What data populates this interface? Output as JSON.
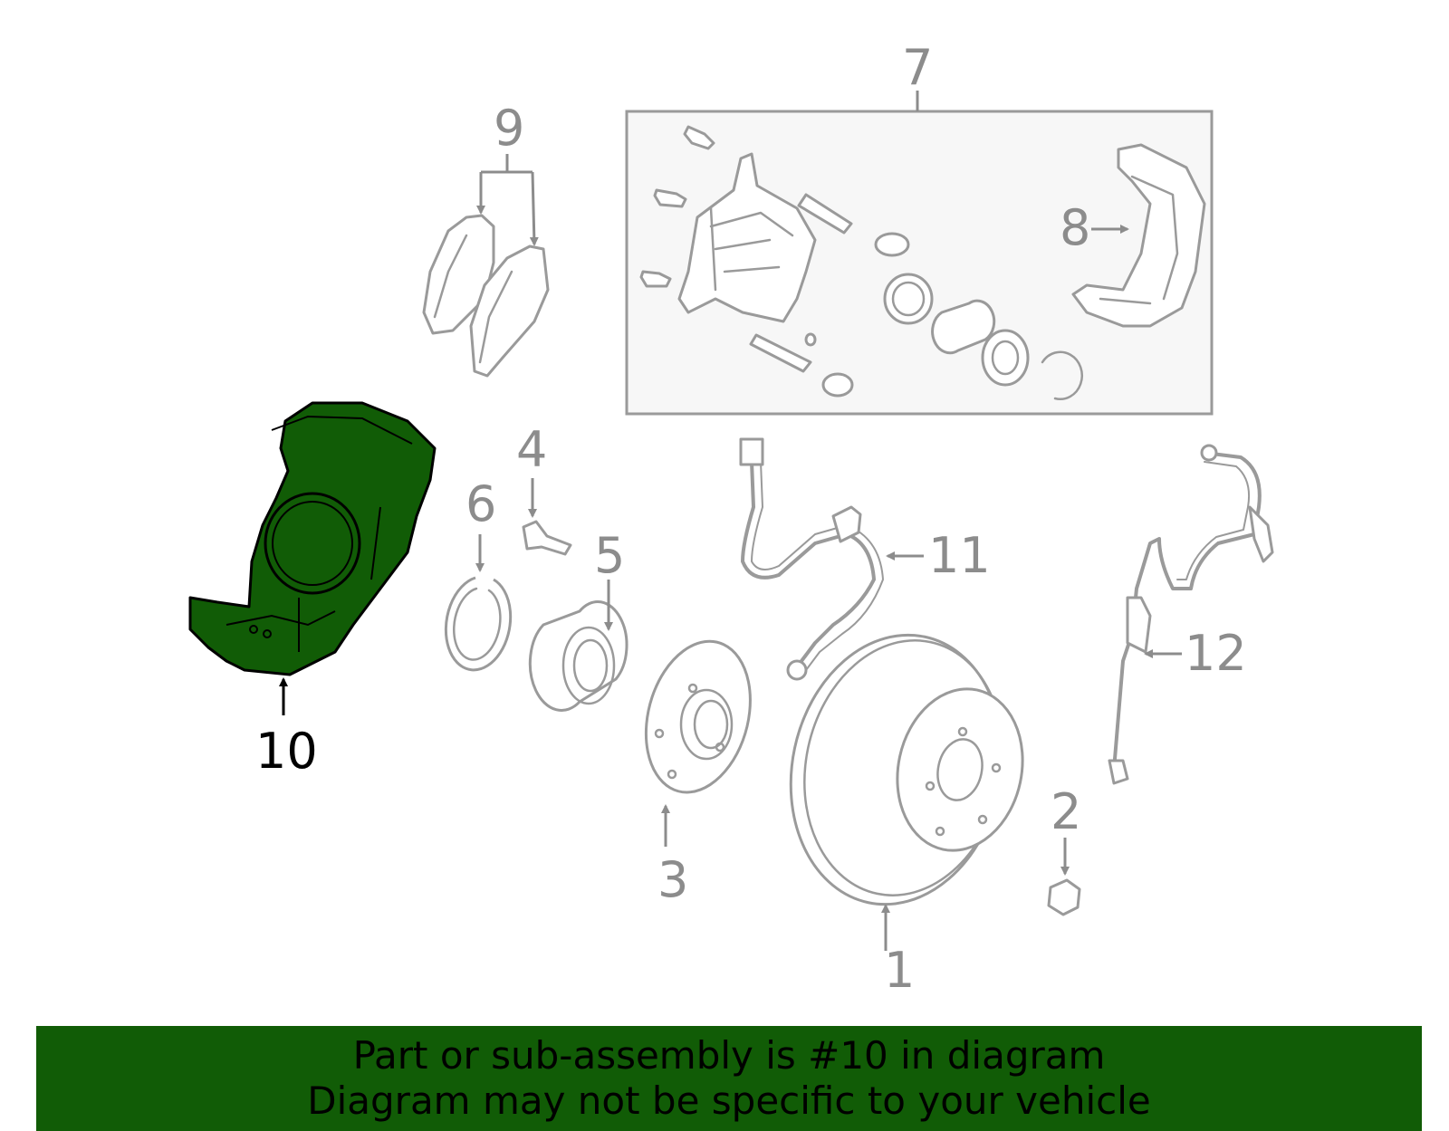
{
  "diagram": {
    "callouts": {
      "c1": "1",
      "c2": "2",
      "c3": "3",
      "c4": "4",
      "c5": "5",
      "c6": "6",
      "c7": "7",
      "c8": "8",
      "c9": "9",
      "c10": "10",
      "c11": "11",
      "c12": "12"
    },
    "highlighted_part": "10",
    "colors": {
      "highlight": "#115c06",
      "line": "#9a9a9a",
      "label": "#8c8c8c"
    }
  },
  "banner": {
    "line1": "Part or sub-assembly is #10 in diagram",
    "line2": "Diagram may not be specific to your vehicle"
  }
}
